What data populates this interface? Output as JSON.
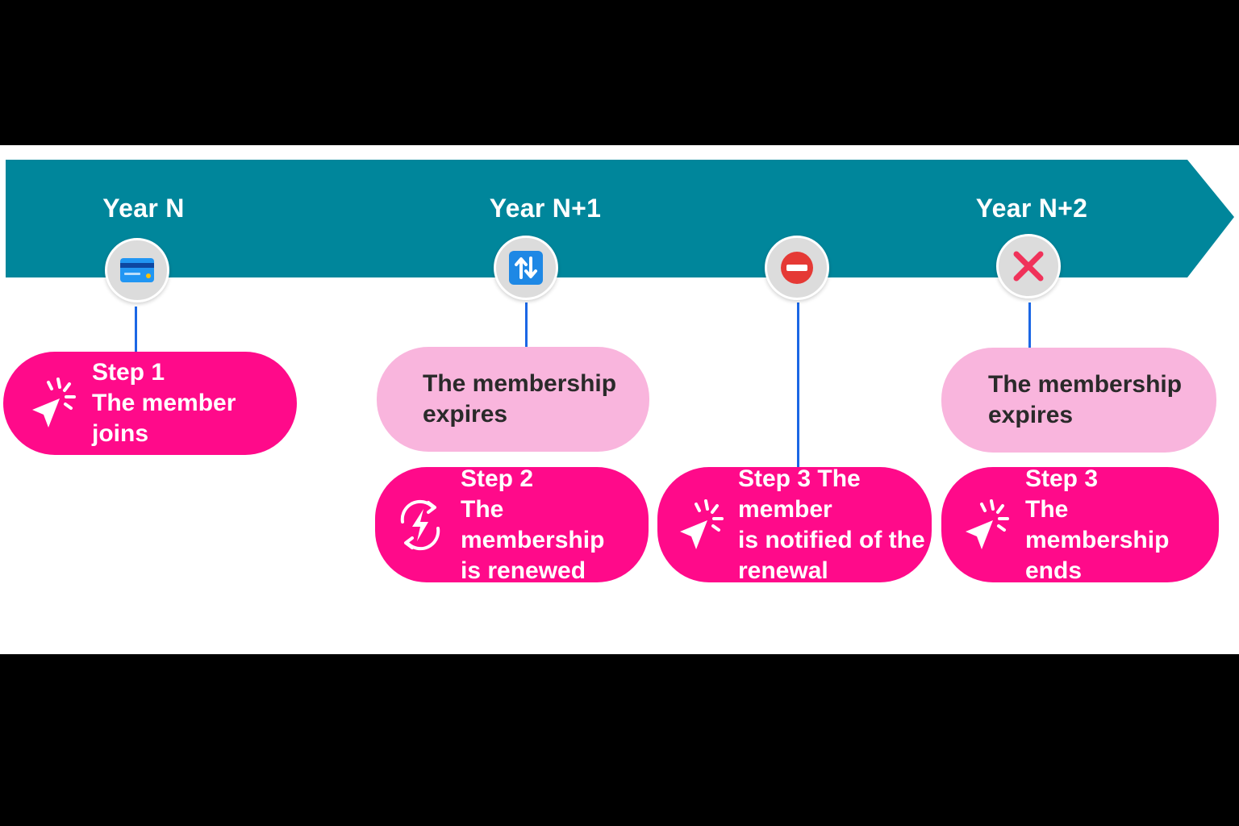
{
  "colors": {
    "band": "#00869b",
    "accent_pink": "#ff0a8a",
    "light_pink": "#f9b5dd",
    "connector": "#1b67e5",
    "node_bg": "#dcdcdc"
  },
  "timeline": {
    "years": [
      "Year N",
      "Year N+1",
      "Year N+2"
    ]
  },
  "nodes": [
    {
      "icon": "credit-card-icon"
    },
    {
      "icon": "renew-arrows-icon"
    },
    {
      "icon": "no-entry-icon"
    },
    {
      "icon": "cross-mark-icon"
    }
  ],
  "cards": {
    "step1": {
      "icon": "click-cursor-icon",
      "lines": [
        "Step 1",
        "The member joins"
      ]
    },
    "expires1": {
      "lines": [
        "The membership",
        "expires"
      ]
    },
    "step2": {
      "icon": "refresh-lightning-icon",
      "lines": [
        "Step 2",
        "The membership",
        "is renewed"
      ]
    },
    "step3a": {
      "icon": "click-cursor-icon",
      "lines": [
        "Step 3 The member",
        "is notified of the",
        "renewal"
      ]
    },
    "expires2": {
      "lines": [
        "The membership",
        "expires"
      ]
    },
    "step3b": {
      "icon": "click-cursor-icon",
      "lines": [
        "Step 3",
        "The membership",
        "ends"
      ]
    }
  }
}
